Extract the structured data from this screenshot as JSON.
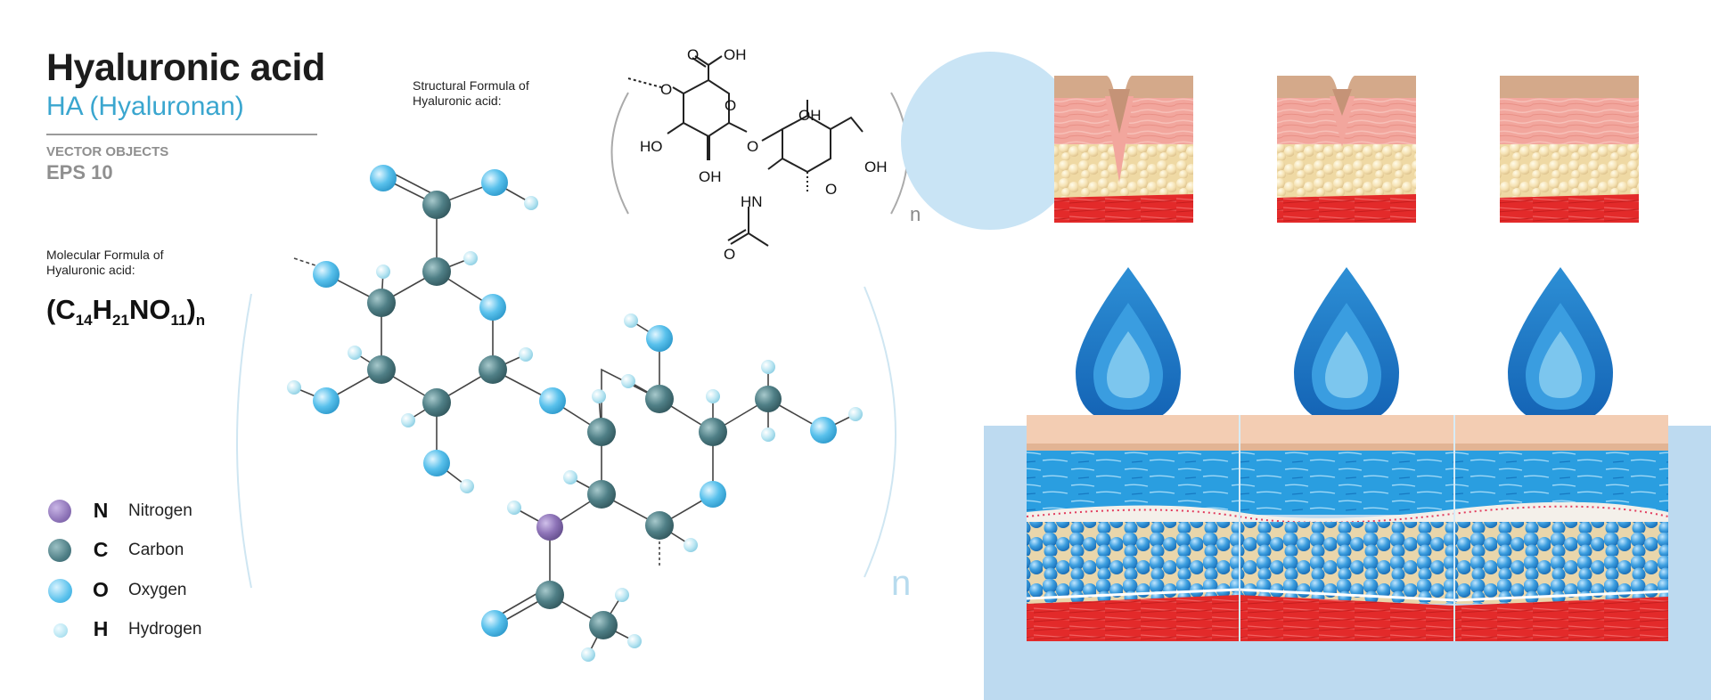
{
  "title": "Hyaluronic acid",
  "subtitle": "HA (Hyaluronan)",
  "vector_objects": "VECTOR OBJECTS",
  "eps": "EPS 10",
  "molecular_formula": {
    "label": "Molecular Formula of Hyaluronic acid:",
    "open": "(C",
    "c_count": "14",
    "h": "H",
    "h_count": "21",
    "no": "NO",
    "o_count": "11",
    "close": ")",
    "n": "n"
  },
  "structural_formula": {
    "label": "Structural  Formula of Hyaluronic acid:",
    "labels": {
      "cooh_o": "O",
      "cooh_oh": "OH",
      "ring_o1": "O",
      "ring_o2": "O",
      "ho_left": "HO",
      "oh_bottom": "OH",
      "oh_top2": "OH",
      "oh_ch2": "OH",
      "link_o": "O",
      "hn": "HN",
      "acetyl_o": "O",
      "n": "n"
    }
  },
  "ball_model_n": "n",
  "legend": [
    {
      "symbol": "N",
      "name": "Nitrogen",
      "color": "#8e74b8"
    },
    {
      "symbol": "C",
      "name": "Carbon",
      "color": "#4f7f86"
    },
    {
      "symbol": "O",
      "name": "Oxygen",
      "color": "#59c1ec"
    },
    {
      "symbol": "H",
      "name": "Hydrogen",
      "color": "#b8e6f3"
    }
  ],
  "colors": {
    "accent": "#3aa6cf",
    "water_blue": "#1f83cc",
    "skin_pink": "#f2a69d",
    "muscle_red": "#e32a2a",
    "panel_bg": "#bddaf0"
  }
}
